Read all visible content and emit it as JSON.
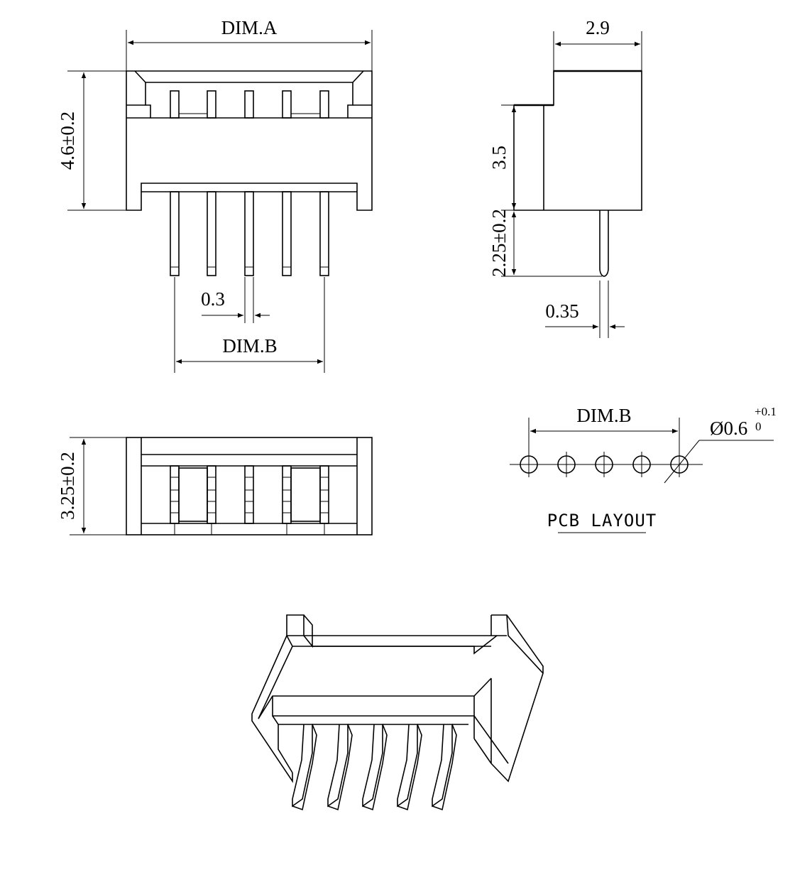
{
  "front_view": {
    "dim_a_label": "DIM.A",
    "height_label": "4.6±0.2",
    "pin_width_label": "0.3",
    "dim_b_label": "DIM.B"
  },
  "side_view": {
    "top_width_label": "2.9",
    "body_height_label": "3.5",
    "pin_length_label": "2.25±0.2",
    "pin_thickness_label": "0.35"
  },
  "bottom_view": {
    "depth_label": "3.25±0.2"
  },
  "pcb_layout": {
    "dim_b_label": "DIM.B",
    "hole_dia_label": "Ø0.6",
    "tol_plus": "+0.1",
    "tol_minus": "0",
    "caption": "PCB LAYOUT"
  }
}
